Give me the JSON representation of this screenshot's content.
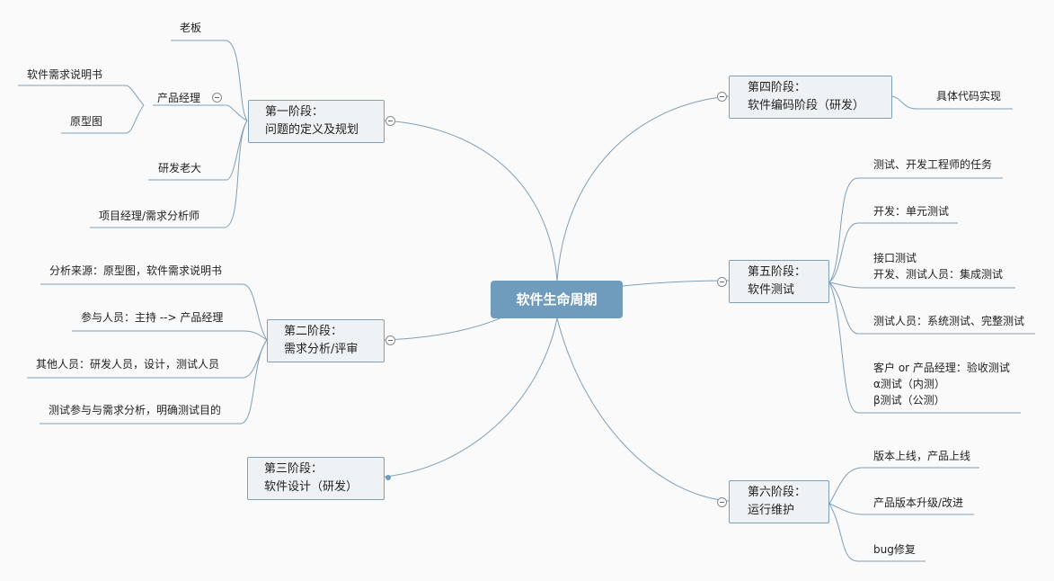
{
  "root": {
    "label": "软件生命周期"
  },
  "stages": {
    "s1": {
      "line1": "第一阶段：",
      "line2": "问题的定义及规划"
    },
    "s2": {
      "line1": "第二阶段：",
      "line2": "需求分析/评审"
    },
    "s3": {
      "line1": "第三阶段：",
      "line2": "软件设计（研发）"
    },
    "s4": {
      "line1": "第四阶段：",
      "line2": "软件编码阶段（研发）"
    },
    "s5": {
      "line1": "第五阶段：",
      "line2": "软件测试"
    },
    "s6": {
      "line1": "第六阶段：",
      "line2": "运行维护"
    }
  },
  "s1_children": {
    "boss": "老板",
    "pm": "产品经理",
    "srs": "软件需求说明书",
    "prototype": "原型图",
    "rd_lead": "研发老大",
    "pm_analyst": "项目经理/需求分析师"
  },
  "s2_children": {
    "c1": "分析来源：原型图，软件需求说明书",
    "c2": "参与人员：主持 --> 产品经理",
    "c3": "其他人员：研发人员，设计，测试人员",
    "c4": "测试参与与需求分析，明确测试目的"
  },
  "s4_children": {
    "c1": "具体代码实现"
  },
  "s5_children": {
    "c1": "测试、开发工程师的任务",
    "c2": "开发：单元测试",
    "c3a": "接口测试",
    "c3b": "开发、测试人员：集成测试",
    "c4": "测试人员：系统测试、完整测试",
    "c5a": "客户 or 产品经理：验收测试",
    "c5b": "α测试（内测）",
    "c5c": "β测试（公测）"
  },
  "s6_children": {
    "c1": "版本上线，产品上线",
    "c2": "产品版本升级/改进",
    "c3": "bug修复"
  },
  "colors": {
    "root_fill": "#6f9bbc",
    "line": "#7f9fb8",
    "stage_fill": "#eef2f5"
  }
}
